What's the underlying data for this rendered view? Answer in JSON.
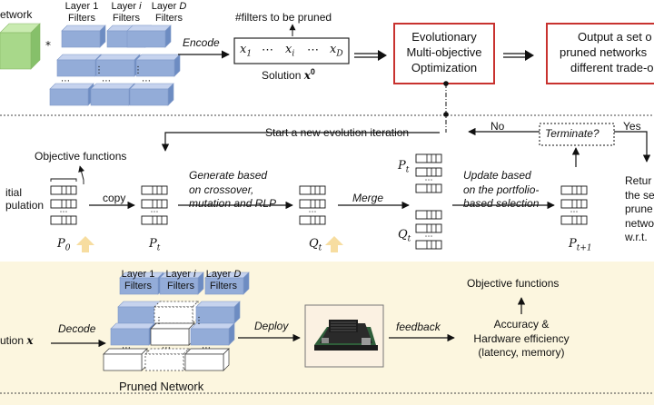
{
  "top": {
    "network_label": "etwork",
    "layer1_label": "Layer 1",
    "layeri_label": "Layer i",
    "layerD_label": "Layer D",
    "filters_label": "Filters",
    "encode_label": "Encode",
    "filters_pruned_label": "#filters to be pruned",
    "x1": "x",
    "x1_sub": "1",
    "xi": "x",
    "xi_sub": "i",
    "xD": "x",
    "xD_sub": "D",
    "ellipsis": "⋯",
    "solution_text": "Solution",
    "solution_var": "x",
    "solution_sup": "0",
    "emo_lines": [
      "Evolutionary",
      "Multi-objective",
      "Optimization"
    ],
    "output_lines": [
      "Output a set o",
      "pruned networks",
      "different trade-o"
    ]
  },
  "middle": {
    "start_iteration": "Start a new evolution iteration",
    "no_label": "No",
    "yes_label": "Yes",
    "terminate": "Terminate?",
    "objective_functions": "Objective functions",
    "initial_lines": [
      "itial",
      "pulation"
    ],
    "copy": "copy",
    "generate_lines": [
      "Generate based",
      "on crossover,",
      "mutation and RLP"
    ],
    "merge": "Merge",
    "update_lines": [
      "Update based",
      "on the portfolio-",
      "based selection"
    ],
    "return_lines": [
      "Retur",
      "the se",
      "prune",
      "netwo",
      "w.r.t."
    ],
    "P0": "P",
    "P0_sub": "0",
    "Pt": "P",
    "Pt_sub": "t",
    "Qt": "Q",
    "Qt_sub": "t",
    "Pt1": "P",
    "Pt1_sub": "t+1"
  },
  "bottom": {
    "solution_label": "ution",
    "solution_var": "x",
    "decode": "Decode",
    "layer1_label": "Layer 1",
    "layeri_label": "Layer i",
    "layerD_label": "Layer D",
    "filters_label": "Filters",
    "pruned_network": "Pruned Network",
    "deploy": "Deploy",
    "feedback": "feedback",
    "objective_functions": "Objective functions",
    "metrics_lines": [
      "Accuracy &",
      "Hardware efficiency",
      "(latency, memory)"
    ]
  },
  "colors": {
    "accent_red": "#c8322f",
    "filter_blue": "#93acd8",
    "filter_blue_dark": "#6d8cc2",
    "cube_green": "#a8d88a",
    "panel_bg": "#fcf6df",
    "up_arrow": "#f7dda0",
    "board_dark": "#2a2a2a"
  }
}
